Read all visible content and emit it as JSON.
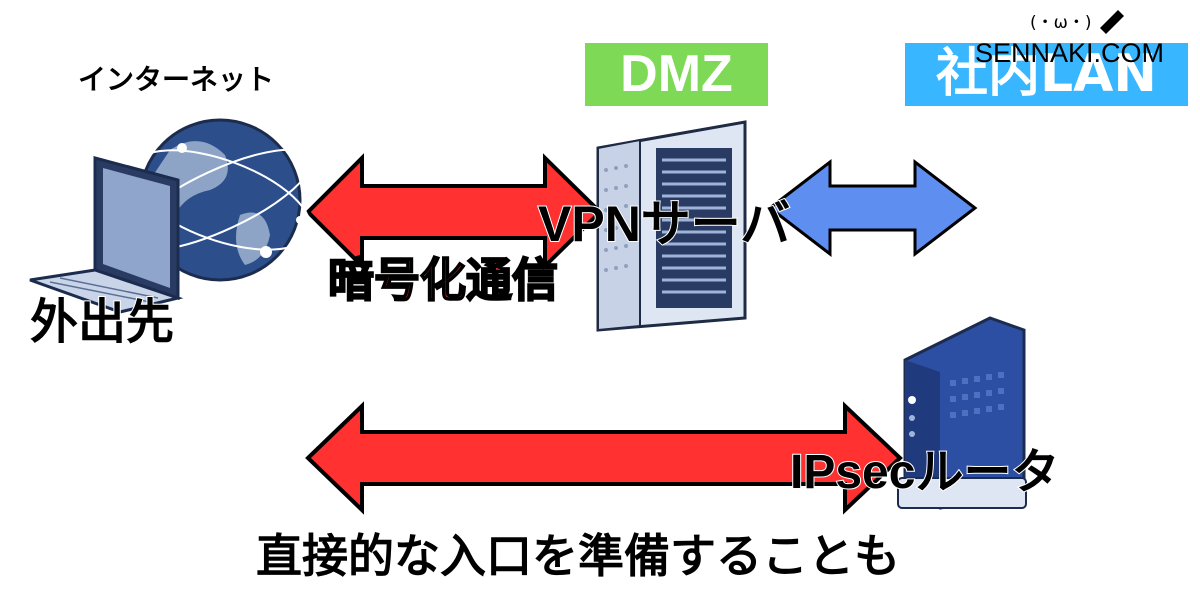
{
  "labels": {
    "internet": "インターネット",
    "dmz": "DMZ",
    "lan": "社内LAN",
    "vpn_server": "VPNサーバ",
    "encrypted": "暗号化通信",
    "remote": "外出先",
    "ipsec_router": "IPsecルータ",
    "direct_entry": "直接的な入口を準備することも",
    "watermark": "SENNAKI.COM",
    "face": "(・ω・)"
  },
  "colors": {
    "dmz_bg": "#7ed957",
    "lan_bg": "#38b6ff",
    "red_arrow": "#ff3131",
    "blue_arrow": "#5e8ef0",
    "server_body": "#e9eef7",
    "router_body": "#2d4fa3"
  },
  "icons": {
    "laptop": "laptop-icon",
    "globe": "globe-icon",
    "server": "server-rack-icon",
    "router": "router-icon"
  }
}
